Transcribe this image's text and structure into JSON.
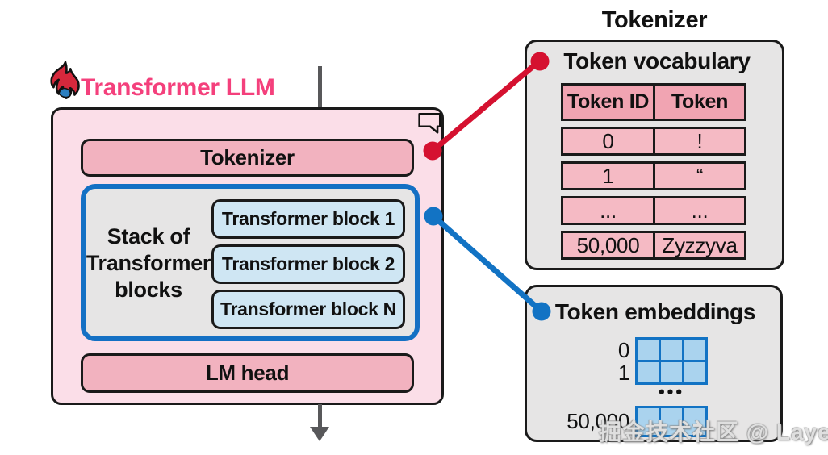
{
  "colors": {
    "red": "#d51130",
    "blue": "#1273c4",
    "brand_pink": "#f4407c",
    "arrow_gray": "#58585a",
    "main_box_fill": "#fbdee8",
    "pink_bar_fill": "#f2b2bf",
    "block_fill": "#cfe6f3",
    "panel_fill": "#e6e5e5",
    "table_header_fill": "#f1a4b2",
    "table_row_fill": "#f5bac4",
    "embed_cell_fill": "#aad3ee"
  },
  "llm": {
    "brand": "Transformer LLM",
    "tokenizer_bar": "Tokenizer",
    "stack_label_lines": [
      "Stack of",
      "Transformer",
      "blocks"
    ],
    "blocks": [
      "Transformer block 1",
      "Transformer block 2",
      "Transformer block N"
    ],
    "lm_head": "LM head"
  },
  "vocab_panel": {
    "title": "Tokenizer",
    "heading": "Token vocabulary",
    "table": {
      "headers": [
        "Token ID",
        "Token"
      ],
      "rows": [
        [
          "0",
          "!"
        ],
        [
          "1",
          "“"
        ],
        [
          "...",
          "..."
        ],
        [
          "50,000",
          "Zyzzyva"
        ]
      ]
    }
  },
  "embed_panel": {
    "heading": "Token embeddings",
    "row_labels": [
      "0",
      "1"
    ],
    "ellipsis": "•••",
    "last_label": "50,000"
  },
  "watermark": "掘金技术社区 @ Layer"
}
